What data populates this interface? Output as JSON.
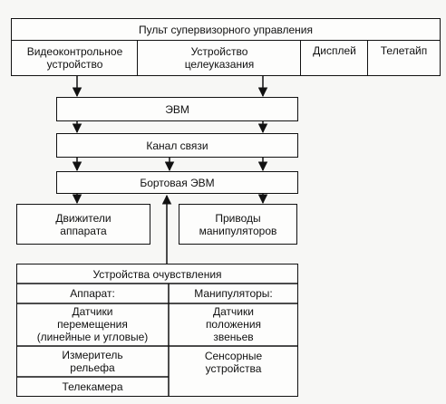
{
  "console": {
    "title": "Пульт супервизорного управления",
    "video": [
      "Видеоконтрольное",
      "устройство"
    ],
    "target": [
      "Устройство",
      "целеуказания"
    ],
    "display": "Дисплей",
    "teletype": "Телетайп"
  },
  "computer": "ЭВМ",
  "channel": "Канал связи",
  "onboard": "Бортовая ЭВМ",
  "thrusters": [
    "Движители",
    "аппарата"
  ],
  "drives": [
    "Приводы",
    "манипуляторов"
  ],
  "sensing": {
    "title": "Устройства очувствления",
    "vehicle_header": "Аппарат:",
    "manip_header": "Манипуляторы:",
    "motion_sensors": [
      "Датчики",
      "перемещения",
      "(линейные и угловые)"
    ],
    "terrain_meter": [
      "Измеритель",
      "рельефа"
    ],
    "camera": "Телекамера",
    "link_sensors": [
      "Датчики",
      "положения",
      "звеньев"
    ],
    "tactile": [
      "Сенсорные",
      "устройства"
    ]
  }
}
